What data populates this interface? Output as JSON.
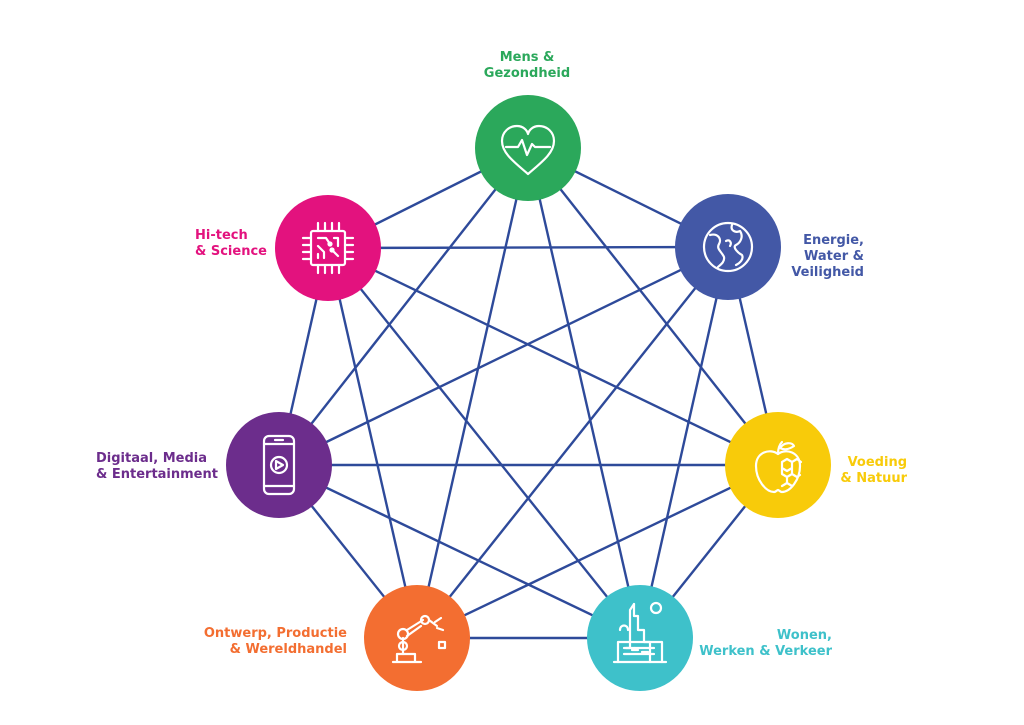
{
  "colors": {
    "line": "#2E4A9A",
    "icon_stroke": "#ffffff"
  },
  "nodes": [
    {
      "id": "mens",
      "lines": [
        "Mens &",
        "Gezondheid"
      ],
      "color": "#2BA85B",
      "icon": "heart-pulse-icon"
    },
    {
      "id": "energie",
      "lines": [
        "Energie,",
        "Water &",
        "Veiligheid"
      ],
      "color": "#4358A6",
      "icon": "globe-icon"
    },
    {
      "id": "voeding",
      "lines": [
        "Voeding",
        "& Natuur"
      ],
      "color": "#F8CB0A",
      "icon": "apple-honeycomb-icon"
    },
    {
      "id": "wonen",
      "lines": [
        "Wonen,",
        "Werken & Verkeer"
      ],
      "color": "#3EC1CA",
      "icon": "city-skyline-icon"
    },
    {
      "id": "ontwerp",
      "lines": [
        "Ontwerp, Productie",
        "& Wereldhandel"
      ],
      "color": "#F36E31",
      "icon": "robot-arm-icon"
    },
    {
      "id": "digitaal",
      "lines": [
        "Digitaal, Media",
        "& Entertainment"
      ],
      "color": "#6C2D8C",
      "icon": "smartphone-play-icon"
    },
    {
      "id": "hitech",
      "lines": [
        "Hi-tech",
        "& Science"
      ],
      "color": "#E3127E",
      "icon": "microchip-icon"
    }
  ]
}
